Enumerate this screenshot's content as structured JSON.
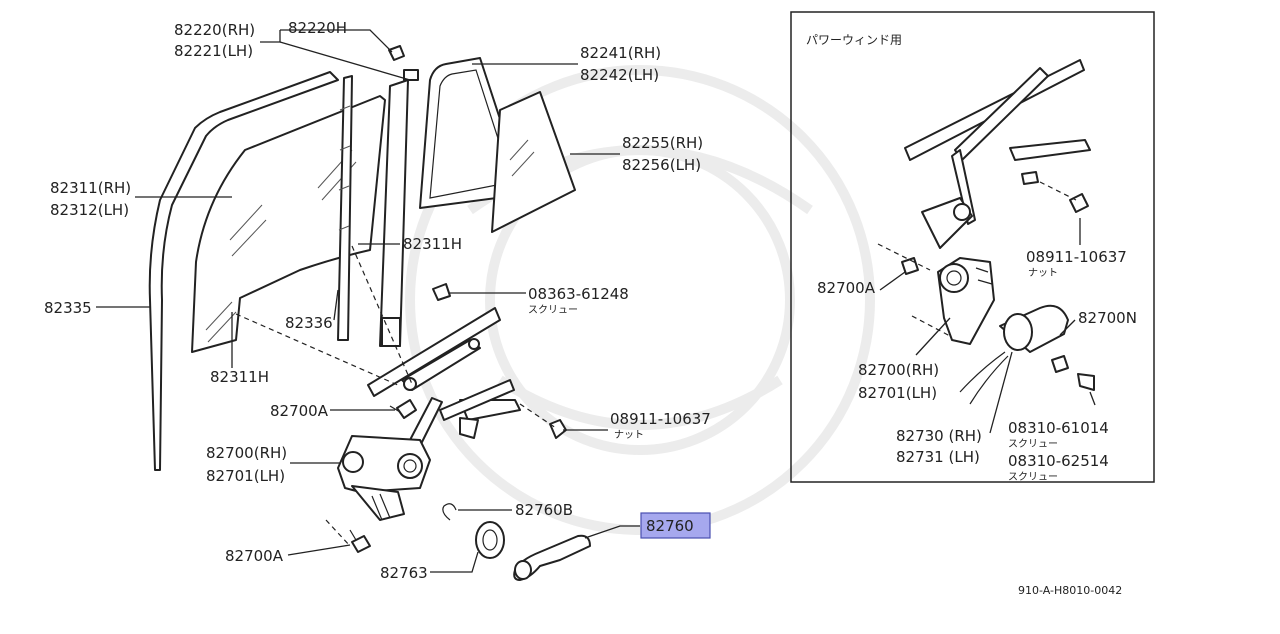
{
  "diagram": {
    "inset_title": "パワーウィンド用",
    "reference_code": "910-A-H8010-0042",
    "highlight_color": "#a6a8ee",
    "labels": {
      "p82220_rh": "82220(RH)",
      "p82221_lh": "82221(LH)",
      "p82220h": "82220H",
      "p82241_rh": "82241(RH)",
      "p82242_lh": "82242(LH)",
      "p82255_rh": "82255(RH)",
      "p82256_lh": "82256(LH)",
      "p82311_rh": "82311(RH)",
      "p82312_lh": "82312(LH)",
      "p82311h_a": "82311H",
      "p82335": "82335",
      "p08363": "08363-61248",
      "screw_a": "スクリュー",
      "p82336": "82336",
      "p82311h_b": "82311H",
      "p82700a_a": "82700A",
      "p08911_a": "08911-10637",
      "nut_a": "ナット",
      "p82700_rh": "82700(RH)",
      "p82701_lh": "82701(LH)",
      "p82760b": "82760B",
      "p82760": "82760",
      "p82700a_b": "82700A",
      "p82763": "82763",
      "i_08911": "08911-10637",
      "i_nut": "ナット",
      "i_82700a": "82700A",
      "i_82700n": "82700N",
      "i_82700_rh": "82700(RH)",
      "i_82701_lh": "82701(LH)",
      "i_82730_rh": "82730 (RH)",
      "i_82731_lh": "82731 (LH)",
      "i_08310_a": "08310-61014",
      "i_screw_a": "スクリュー",
      "i_08310_b": "08310-62514",
      "i_screw_b": "スクリュー"
    }
  }
}
